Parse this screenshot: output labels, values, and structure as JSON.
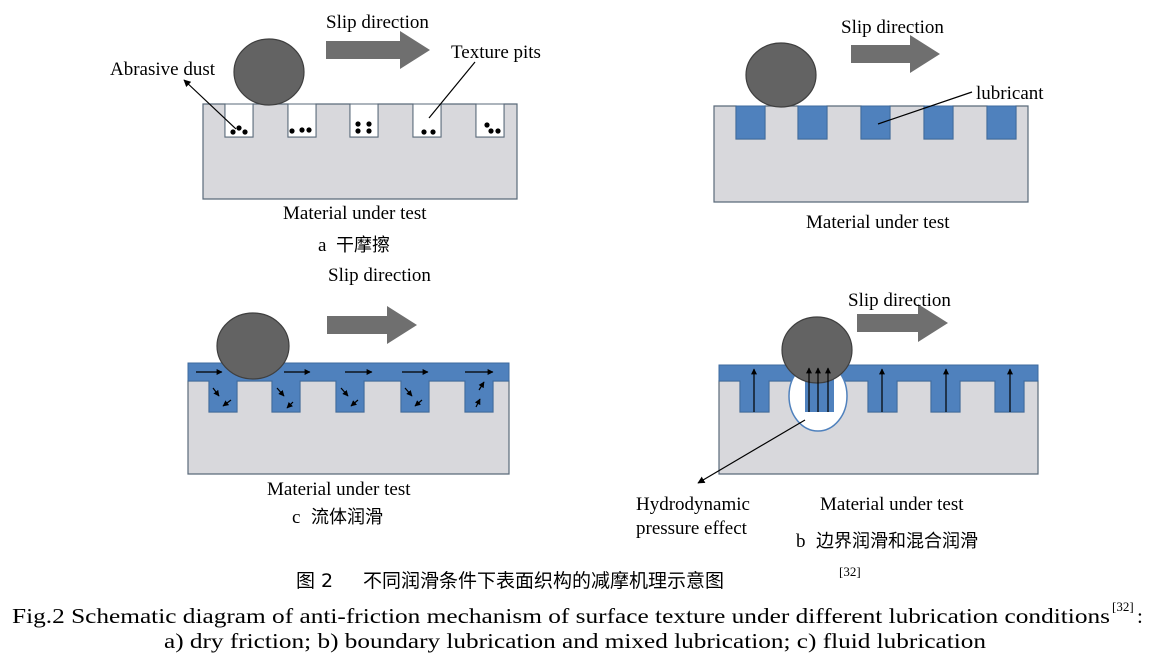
{
  "colors": {
    "material": "#d8d8dc",
    "material_stroke": "#5a6a7a",
    "lubricant": "#4f81bd",
    "ball": "#636363",
    "arrow": "#6f6f6f",
    "dust": "#000000"
  },
  "panel_a": {
    "slip": "Slip direction",
    "dust_label": "Abrasive dust",
    "pits_label": "Texture pits",
    "material": "Material under test",
    "tag": "a",
    "tag_cn": "干摩擦"
  },
  "panel_b": {
    "slip": "Slip direction",
    "lubricant_label": "lubricant",
    "material": "Material under test"
  },
  "panel_c": {
    "slip": "Slip direction",
    "material": "Material under test",
    "tag": "c",
    "tag_cn": "流体润滑"
  },
  "panel_d": {
    "slip": "Slip direction",
    "effect_line1": "Hydrodynamic",
    "effect_line2": "pressure effect",
    "material": "Material under test",
    "tag": "b",
    "tag_cn": "边界润滑和混合润滑"
  },
  "caption": {
    "cn_prefix": "图 2",
    "cn_text": "不同润滑条件下表面织构的减摩机理示意图",
    "cn_ref": "[32]",
    "en_line1": "Fig.2 Schematic diagram of anti-friction mechanism of surface texture under different lubrication conditions",
    "en_ref": "[32]",
    "en_colon": ":",
    "en_line2": "a) dry friction; b) boundary lubrication and mixed lubrication; c) fluid lubrication"
  }
}
